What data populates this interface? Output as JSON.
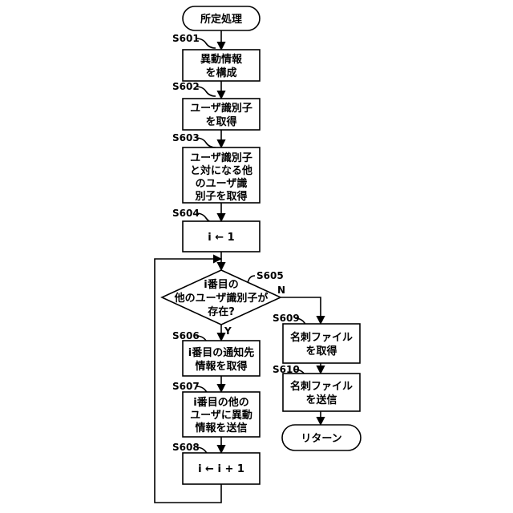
{
  "nodes": {
    "start": {
      "lines": [
        "所定処理"
      ]
    },
    "s601": {
      "step": "S601",
      "lines": [
        "異動情報",
        "を構成"
      ]
    },
    "s602": {
      "step": "S602",
      "lines": [
        "ユーザ識別子",
        "を取得"
      ]
    },
    "s603": {
      "step": "S603",
      "lines": [
        "ユーザ識別子",
        "と対になる他",
        "のユーザ識",
        "別子を取得"
      ]
    },
    "s604": {
      "step": "S604",
      "lines": [
        "i ← 1"
      ]
    },
    "s605": {
      "step": "S605",
      "lines": [
        "i番目の",
        "他のユーザ識別子が",
        "存在?"
      ],
      "yes_label": "Y",
      "no_label": "N"
    },
    "s606": {
      "step": "S606",
      "lines": [
        "i番目の通知先",
        "情報を取得"
      ]
    },
    "s607": {
      "step": "S607",
      "lines": [
        "i番目の他の",
        "ユーザに異動",
        "情報を送信"
      ]
    },
    "s608": {
      "step": "S608",
      "lines": [
        "i ← i + 1"
      ]
    },
    "s609": {
      "step": "S609",
      "lines": [
        "名刺ファイル",
        "を取得"
      ]
    },
    "s610": {
      "step": "S610",
      "lines": [
        "名刺ファイル",
        "を送信"
      ]
    },
    "end": {
      "lines": [
        "リターン"
      ]
    }
  }
}
